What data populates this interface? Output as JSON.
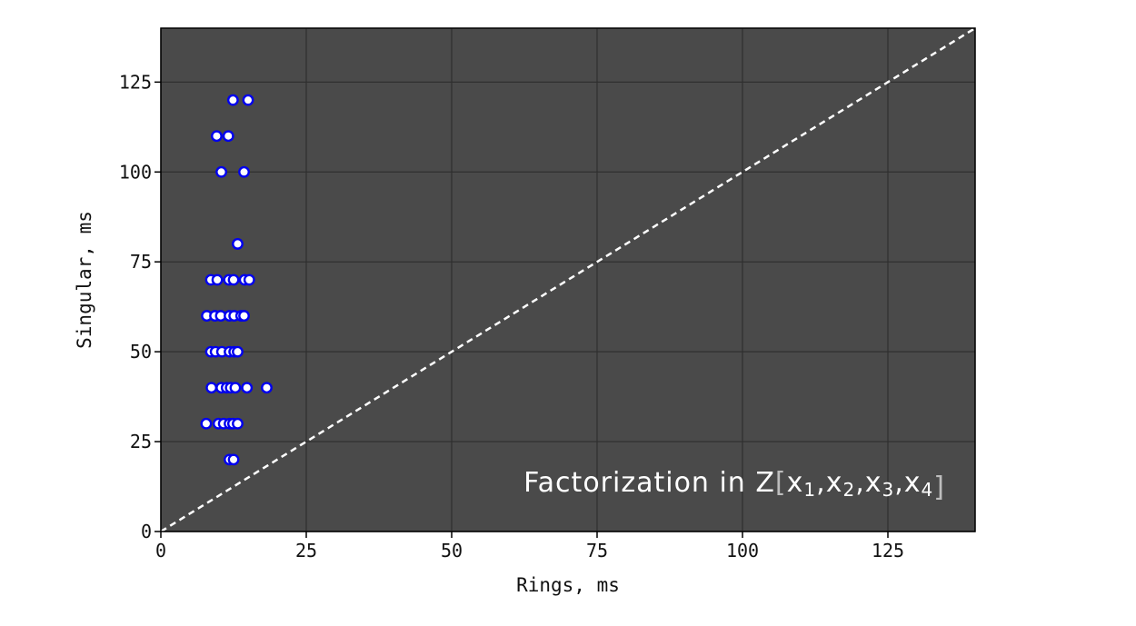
{
  "chart_data": {
    "type": "scatter",
    "title": "",
    "xlabel": "Rings, ms",
    "ylabel": "Singular, ms",
    "xlim": [
      0,
      140
    ],
    "ylim": [
      0,
      140
    ],
    "xticks": [
      0,
      25,
      50,
      75,
      100,
      125
    ],
    "yticks": [
      0,
      25,
      50,
      75,
      100,
      125
    ],
    "xtick_labels": [
      "0",
      "25",
      "50",
      "75",
      "100",
      "125"
    ],
    "ytick_labels": [
      "0",
      "25",
      "50",
      "75",
      "100",
      "125"
    ],
    "grid": true,
    "reference_line": "y = x, dashed white",
    "annotation": {
      "prefix": "Factorization in Z",
      "open": "[",
      "close": "]",
      "vars": [
        {
          "base": "x",
          "sub": "1"
        },
        {
          "base": "x",
          "sub": "2"
        },
        {
          "base": "x",
          "sub": "3"
        },
        {
          "base": "x",
          "sub": "4"
        }
      ],
      "separator": ","
    },
    "colors": {
      "plot_background": "#4a4a4a",
      "marker_fill": "#ffffff",
      "marker_edge": "#0000ee",
      "grid": "#2f2f2f",
      "reference_line": "#ffffff"
    },
    "series": [
      {
        "points": [
          [
            12.4,
            120
          ],
          [
            15.0,
            120
          ],
          [
            9.6,
            110
          ],
          [
            11.6,
            110
          ],
          [
            10.4,
            100
          ],
          [
            14.3,
            100
          ],
          [
            13.2,
            80
          ],
          [
            8.6,
            70
          ],
          [
            9.7,
            70
          ],
          [
            11.7,
            70
          ],
          [
            12.5,
            70
          ],
          [
            14.4,
            70
          ],
          [
            15.2,
            70
          ],
          [
            7.9,
            60
          ],
          [
            9.3,
            60
          ],
          [
            10.3,
            60
          ],
          [
            11.8,
            60
          ],
          [
            12.6,
            60
          ],
          [
            13.8,
            60
          ],
          [
            14.3,
            60
          ],
          [
            8.6,
            50
          ],
          [
            9.4,
            50
          ],
          [
            10.5,
            50
          ],
          [
            11.8,
            50
          ],
          [
            12.6,
            50
          ],
          [
            13.2,
            50
          ],
          [
            8.7,
            40
          ],
          [
            10.4,
            40
          ],
          [
            11.3,
            40
          ],
          [
            12.0,
            40
          ],
          [
            12.8,
            40
          ],
          [
            14.8,
            40
          ],
          [
            18.2,
            40
          ],
          [
            7.8,
            30
          ],
          [
            9.9,
            30
          ],
          [
            10.8,
            30
          ],
          [
            11.8,
            30
          ],
          [
            12.4,
            30
          ],
          [
            13.2,
            30
          ],
          [
            11.8,
            20
          ],
          [
            12.5,
            20
          ]
        ]
      }
    ]
  }
}
